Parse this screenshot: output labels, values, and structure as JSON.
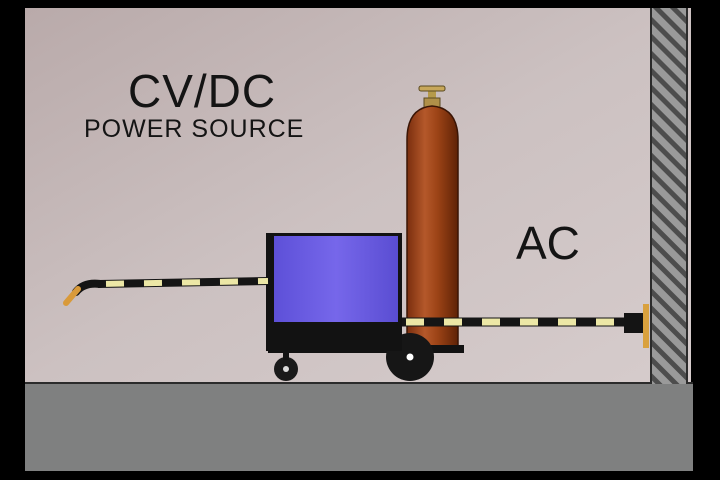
{
  "labels": {
    "power_source_title": "CV/DC",
    "power_source_subtitle": "POWER SOURCE",
    "ac_label": "AC"
  },
  "colors": {
    "frame": "#000000",
    "wall": "#c4b6b6",
    "floor": "#7f8080",
    "power_source_body": "#6e5fe6",
    "gas_cylinder": "#a44818",
    "cable_dark": "#151515",
    "cable_stripe": "#ece7a6",
    "torch_tip": "#d99a3a"
  },
  "icons": {
    "power_source": "welding-power-source",
    "gas_cylinder": "shielding-gas-cylinder",
    "torch": "welding-gun",
    "wall_outlet": "ac-wall-outlet"
  }
}
